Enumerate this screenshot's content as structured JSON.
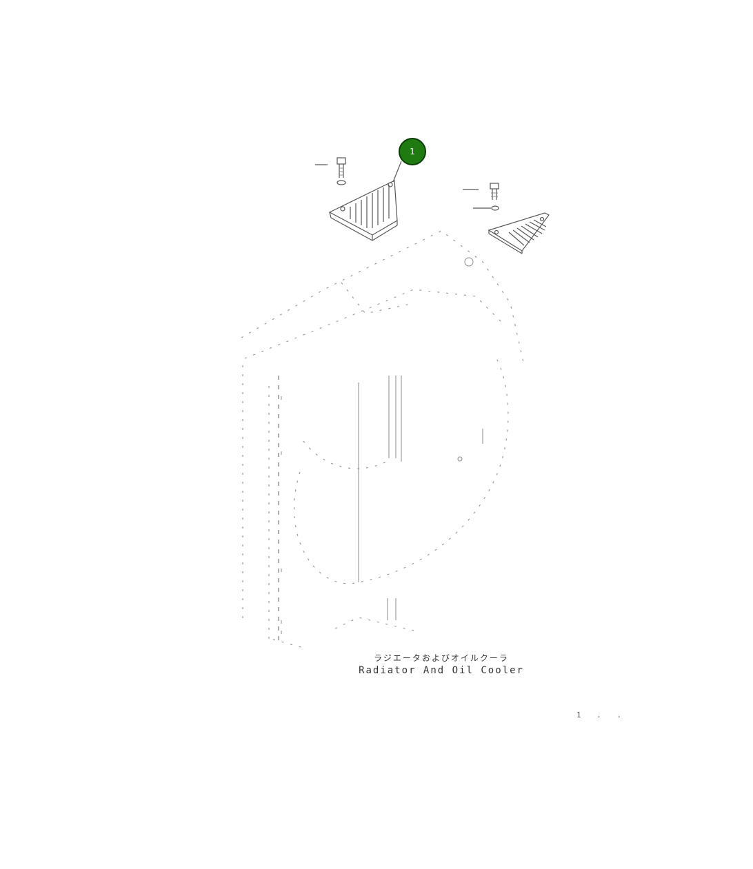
{
  "diagram": {
    "callouts": [
      {
        "number": "1",
        "color": "#1f7a12"
      }
    ],
    "caption_jp": "ラジエータおよびオイルクーラ",
    "caption_en": "Radiator And Oil Cooler",
    "page_code": "1 . ."
  }
}
